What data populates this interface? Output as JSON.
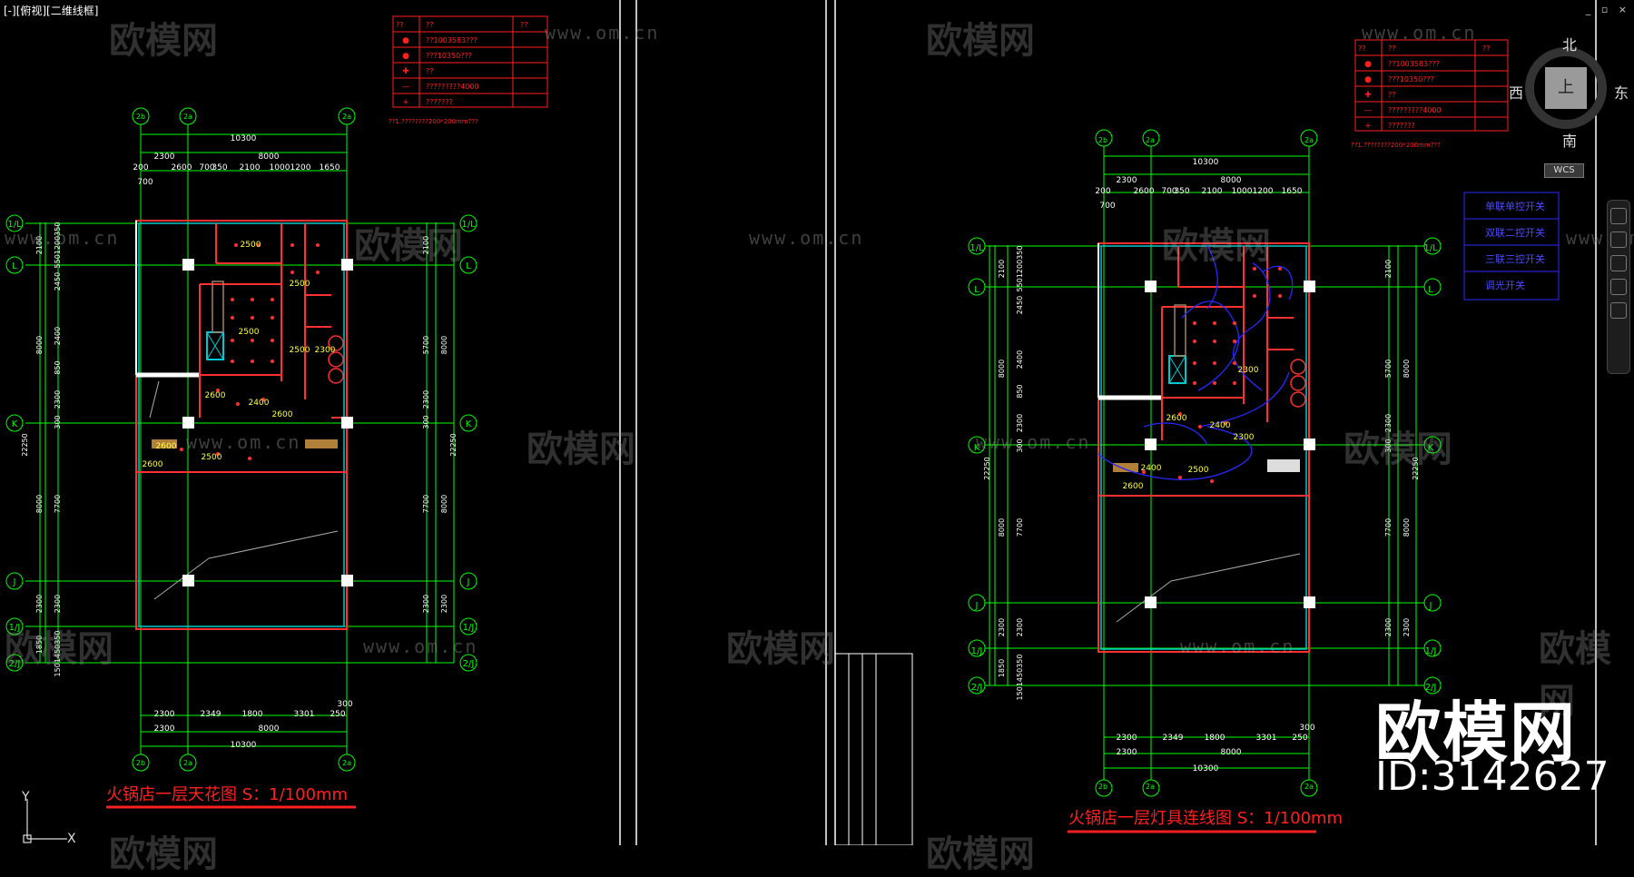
{
  "viewport": {
    "label": "[-][俯视][二维线框]"
  },
  "window_controls": "_ ▫ ×",
  "viewcube": {
    "north": "北",
    "south": "南",
    "east": "东",
    "west": "西",
    "top": "上",
    "wcs": "WCS"
  },
  "watermark": {
    "brand": "欧模网",
    "url": "www.om.cn"
  },
  "corner_brand": {
    "name": "欧模网",
    "id": "ID:3142627"
  },
  "left_plan": {
    "title": "火锅店一层天花图  S：1/100mm",
    "table_rows": [
      "??1003583???",
      "???10350???",
      "??",
      "?????????4000",
      "???????"
    ],
    "table_header": [
      "??",
      "??",
      "??"
    ],
    "table_note": "??1.????????200*200mm???",
    "dims_top_total": "10300",
    "dims_top_sub": [
      "2300",
      "8000"
    ],
    "dims_top_detail": [
      "200",
      "2600",
      "700",
      "350",
      "2100",
      "1000",
      "1200",
      "1650",
      "700"
    ],
    "dims_bottom": [
      "2300",
      "2349",
      "1800",
      "3301",
      "250",
      "300",
      "2300",
      "8000",
      "10300"
    ],
    "dims_left": [
      "2100",
      "5501200350",
      "2450",
      "8000",
      "2400",
      "850",
      "2300",
      "300",
      "22250",
      "8000",
      "7700",
      "2300",
      "2300",
      "1850",
      "1501450350"
    ],
    "dims_right": [
      "2100",
      "5700",
      "8000",
      "2300",
      "300",
      "22250",
      "7700",
      "8000",
      "2300",
      "2300"
    ],
    "axes_top": [
      "2b",
      "2a",
      "2a"
    ],
    "axes_left": [
      "1/L",
      "L",
      "K",
      "J",
      "1/J",
      "2/J"
    ],
    "room_labels": [
      "2500",
      "2500",
      "2500",
      "2500",
      "2300",
      "2600",
      "2400",
      "2600",
      "2600",
      "2500",
      "2600"
    ]
  },
  "right_plan": {
    "title": "火锅店一层灯具连线图  S：1/100mm",
    "table_rows": [
      "??1003583???",
      "???10350???",
      "??",
      "?????????4000",
      "???????"
    ],
    "table_header": [
      "??",
      "??",
      "??"
    ],
    "table_note": "??1.????????200*200mm???",
    "legend": [
      "单联单控开关",
      "双联二控开关",
      "三联三控开关",
      "调光开关"
    ],
    "dims_top_total": "10300",
    "dims_top_sub": [
      "2300",
      "8000"
    ],
    "dims_top_detail": [
      "200",
      "2600",
      "700",
      "350",
      "2100",
      "1000",
      "1200",
      "1650",
      "700"
    ],
    "dims_bottom": [
      "2300",
      "2349",
      "1800",
      "3301",
      "250",
      "300",
      "2300",
      "8000",
      "10300"
    ],
    "dims_left": [
      "2100",
      "5501200350",
      "2450",
      "8000",
      "2400",
      "850",
      "2300",
      "300",
      "22250",
      "8000",
      "7700",
      "2300",
      "2300",
      "1850",
      "1501450350"
    ],
    "dims_right": [
      "2100",
      "5700",
      "8000",
      "2300",
      "300",
      "22250",
      "7700",
      "8000",
      "2300",
      "2300"
    ],
    "axes_top": [
      "2b",
      "2a",
      "2a"
    ],
    "axes_left": [
      "1/L",
      "L",
      "K",
      "J",
      "1/J",
      "2/J"
    ],
    "room_labels": [
      "2300",
      "2600",
      "2400",
      "2300",
      "2400",
      "2500",
      "2600"
    ]
  },
  "ucs": {
    "y": "Y",
    "x": "X"
  },
  "colors": {
    "bg": "#000000",
    "dim": "#00ff00",
    "wall": "#ff3030",
    "light": "#2020ff",
    "frame": "#ffffff",
    "cyan": "#00c8d2"
  }
}
